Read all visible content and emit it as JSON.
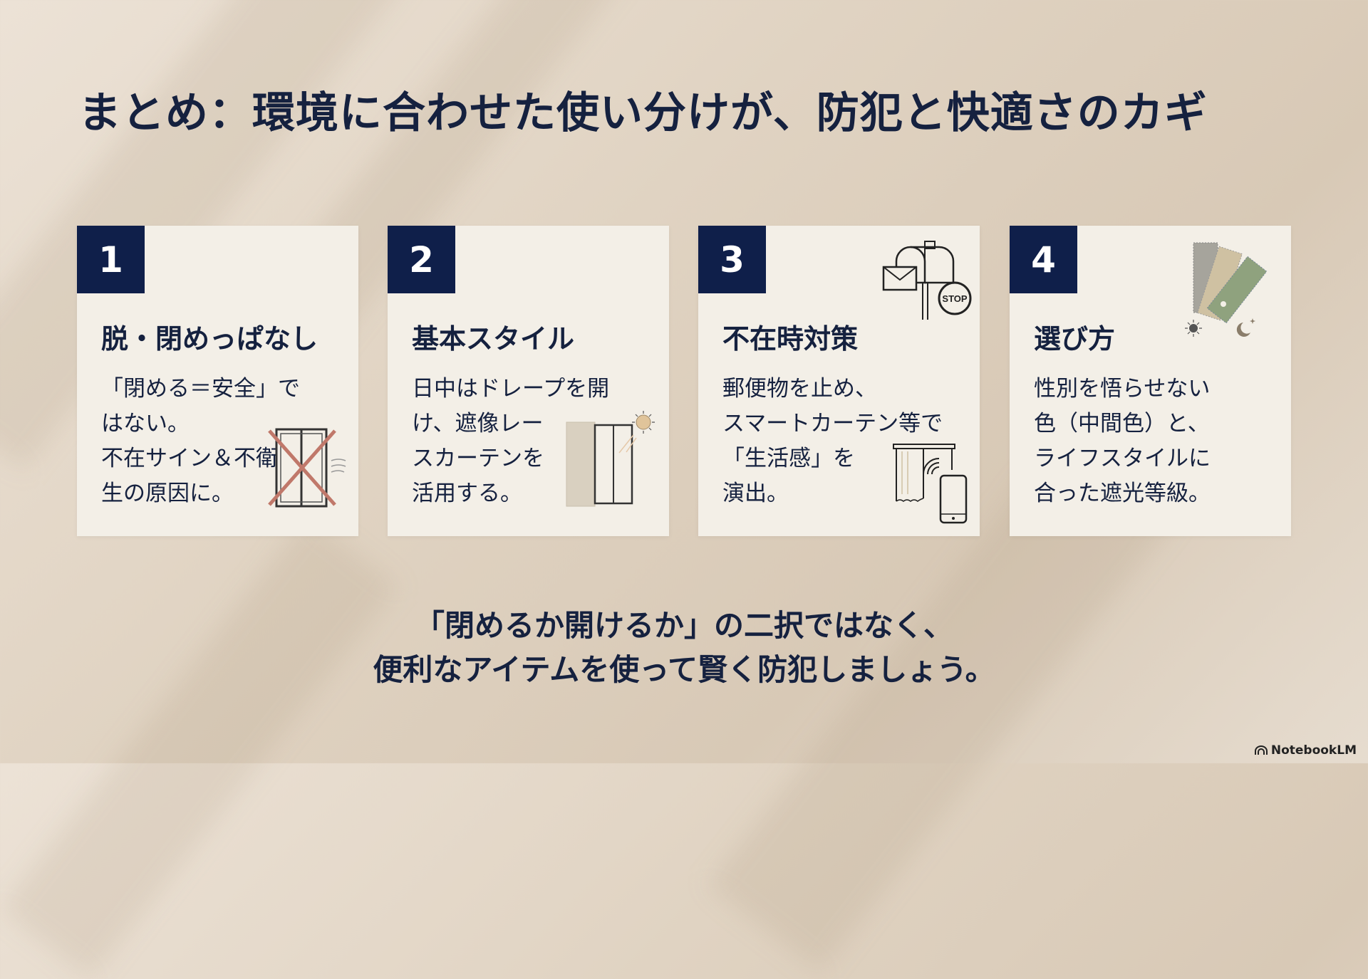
{
  "title": "まとめ：環境に合わせた使い分けが、防犯と快適さのカギ",
  "cards": [
    {
      "number": "1",
      "heading": "脱・閉めっぱなし",
      "lines": [
        "「閉める＝安全」で",
        "はない。",
        "不在サイン＆不衛",
        "生の原因に。"
      ]
    },
    {
      "number": "2",
      "heading": "基本スタイル",
      "lines": [
        "日中はドレープを開",
        "け、遮像レー",
        "スカーテンを",
        "活用する。"
      ]
    },
    {
      "number": "3",
      "heading": "不在時対策",
      "lines": [
        "郵便物を止め、",
        "スマートカーテン等で",
        "「生活感」を",
        "演出。"
      ]
    },
    {
      "number": "4",
      "heading": "選び方",
      "lines": [
        "性別を悟らせない",
        "色（中間色）と、",
        "ライフスタイルに",
        "合った遮光等級。"
      ]
    }
  ],
  "stop_sign": "STOP",
  "conclusion": [
    "「閉めるか開けるか」の二択ではなく、",
    "便利なアイテムを使って賢く防犯しましょう。"
  ],
  "brand": "NotebookLM",
  "colors": {
    "navy": "#0f1f4a",
    "card": "#f3efe7",
    "cross": "#c0786a"
  }
}
